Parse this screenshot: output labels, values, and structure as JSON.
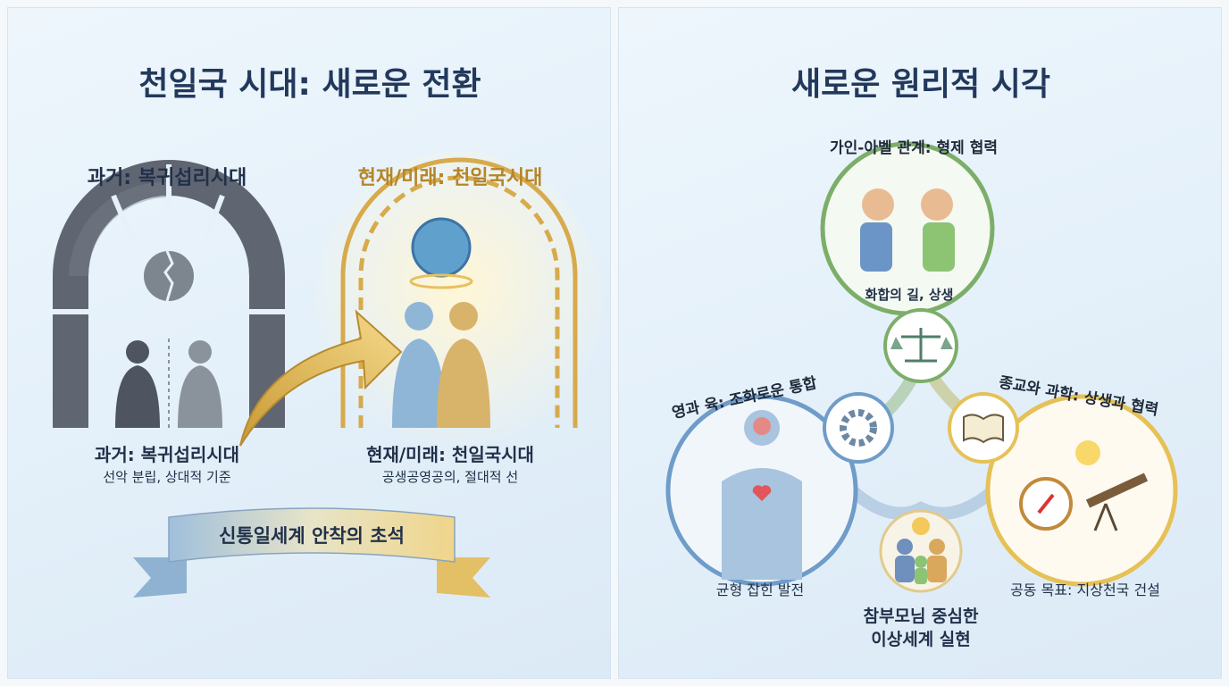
{
  "left_panel": {
    "title": "천일국 시대: 새로운 전환",
    "past_header": "과거: 복귀섭리시대",
    "future_header": "현재/미래: 천일국시대",
    "past_caption": "과거: 복귀섭리시대",
    "past_description": "선악 분립, 상대적 기준",
    "future_caption": "현재/미래: 천일국시대",
    "future_description": "공생공영공의, 절대적 선",
    "banner": "신통일세계 안착의 초석"
  },
  "right_panel": {
    "title": "새로운 원리적 시각",
    "top_label": "가인-아벨 관계: 형제 협력",
    "top_caption": "화합의 길, 상생",
    "left_label": "영과 육: 조화로운 통합",
    "left_caption": "균형 잡힌 발전",
    "right_label": "종교와 과학: 상생과 협력",
    "right_caption": "공동 목표: 지상천국 건설",
    "bottom_caption_line1": "참부모님 중심한",
    "bottom_caption_line2": "이상세계 실현"
  },
  "colors": {
    "navy": "#22395c",
    "gold": "#b5852a",
    "green": "#7cae6a",
    "blue": "#6f9cc8",
    "grey": "#5d6673"
  }
}
